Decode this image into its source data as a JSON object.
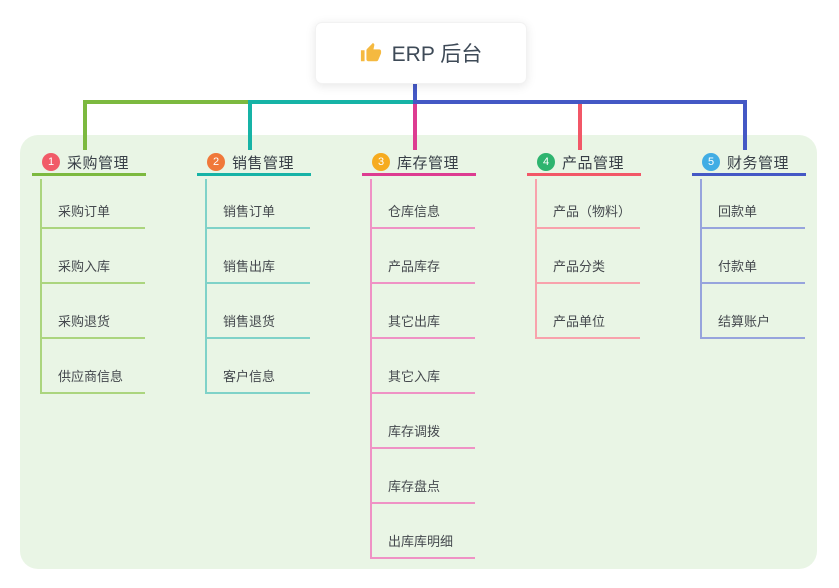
{
  "root": {
    "label": "ERP 后台",
    "icon": "thumbs-up-icon",
    "icon_color": "#f5b940"
  },
  "panel": {
    "background": "#e9f5e5"
  },
  "connector": {
    "stem_color": "#4458c5",
    "segment_colors": {
      "0": "#7cb93f",
      "1": "#16b3a6",
      "2": "#4458c5"
    }
  },
  "branches": [
    {
      "index": "1",
      "title": "采购管理",
      "color": "#7cb93f",
      "color_light": "#abd57e",
      "badge_color": "#f15b68",
      "children": [
        "采购订单",
        "采购入库",
        "采购退货",
        "供应商信息"
      ]
    },
    {
      "index": "2",
      "title": "销售管理",
      "color": "#16b3a6",
      "color_light": "#7fd2c8",
      "badge_color": "#f0783a",
      "children": [
        "销售订单",
        "销售出库",
        "销售退货",
        "客户信息"
      ]
    },
    {
      "index": "3",
      "title": "库存管理",
      "color": "#dd3c91",
      "color_light": "#ef92c5",
      "badge_color": "#f6ab1f",
      "children": [
        "仓库信息",
        "产品库存",
        "其它出库",
        "其它入库",
        "库存调拨",
        "库存盘点",
        "出库库明细"
      ]
    },
    {
      "index": "4",
      "title": "产品管理",
      "color": "#f25767",
      "color_light": "#f8a2ac",
      "badge_color": "#2eb46f",
      "children": [
        "产品（物料）",
        "产品分类",
        "产品单位"
      ]
    },
    {
      "index": "5",
      "title": "财务管理",
      "color": "#4458c5",
      "color_light": "#97a4dd",
      "badge_color": "#41ade4",
      "children": [
        "回款单",
        "付款单",
        "结算账户"
      ]
    }
  ]
}
